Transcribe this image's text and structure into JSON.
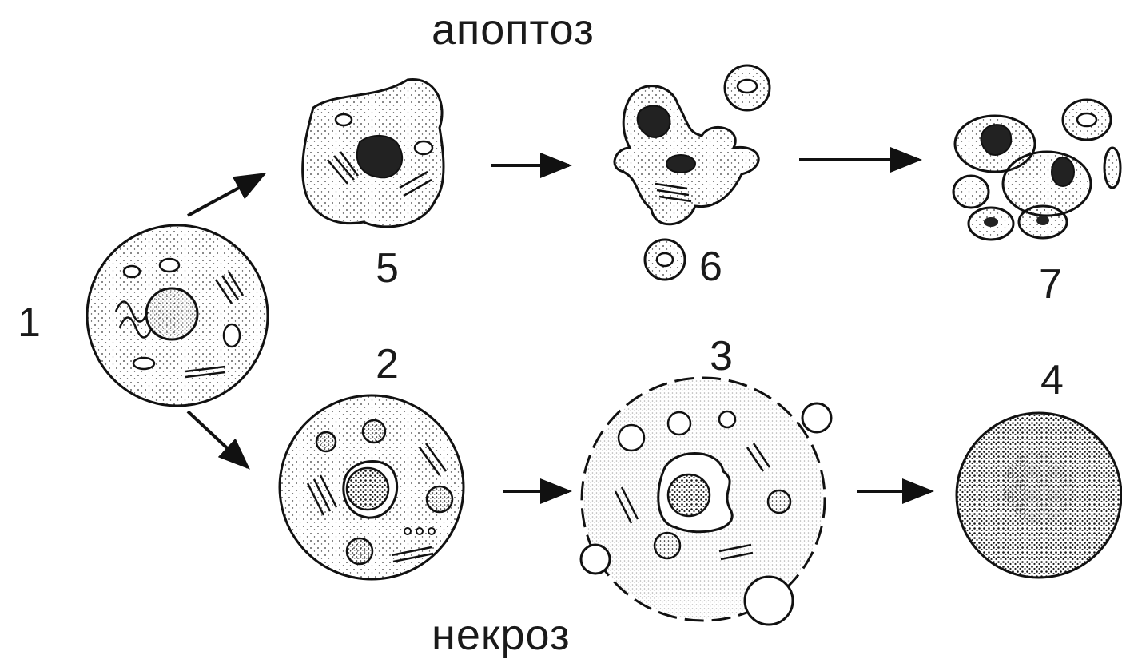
{
  "diagram": {
    "title_top": "апоптоз",
    "title_bottom": "некроз",
    "stages": [
      {
        "id": "1",
        "label": "1"
      },
      {
        "id": "2",
        "label": "2"
      },
      {
        "id": "3",
        "label": "3"
      },
      {
        "id": "4",
        "label": "4"
      },
      {
        "id": "5",
        "label": "5"
      },
      {
        "id": "6",
        "label": "6"
      },
      {
        "id": "7",
        "label": "7"
      }
    ]
  }
}
